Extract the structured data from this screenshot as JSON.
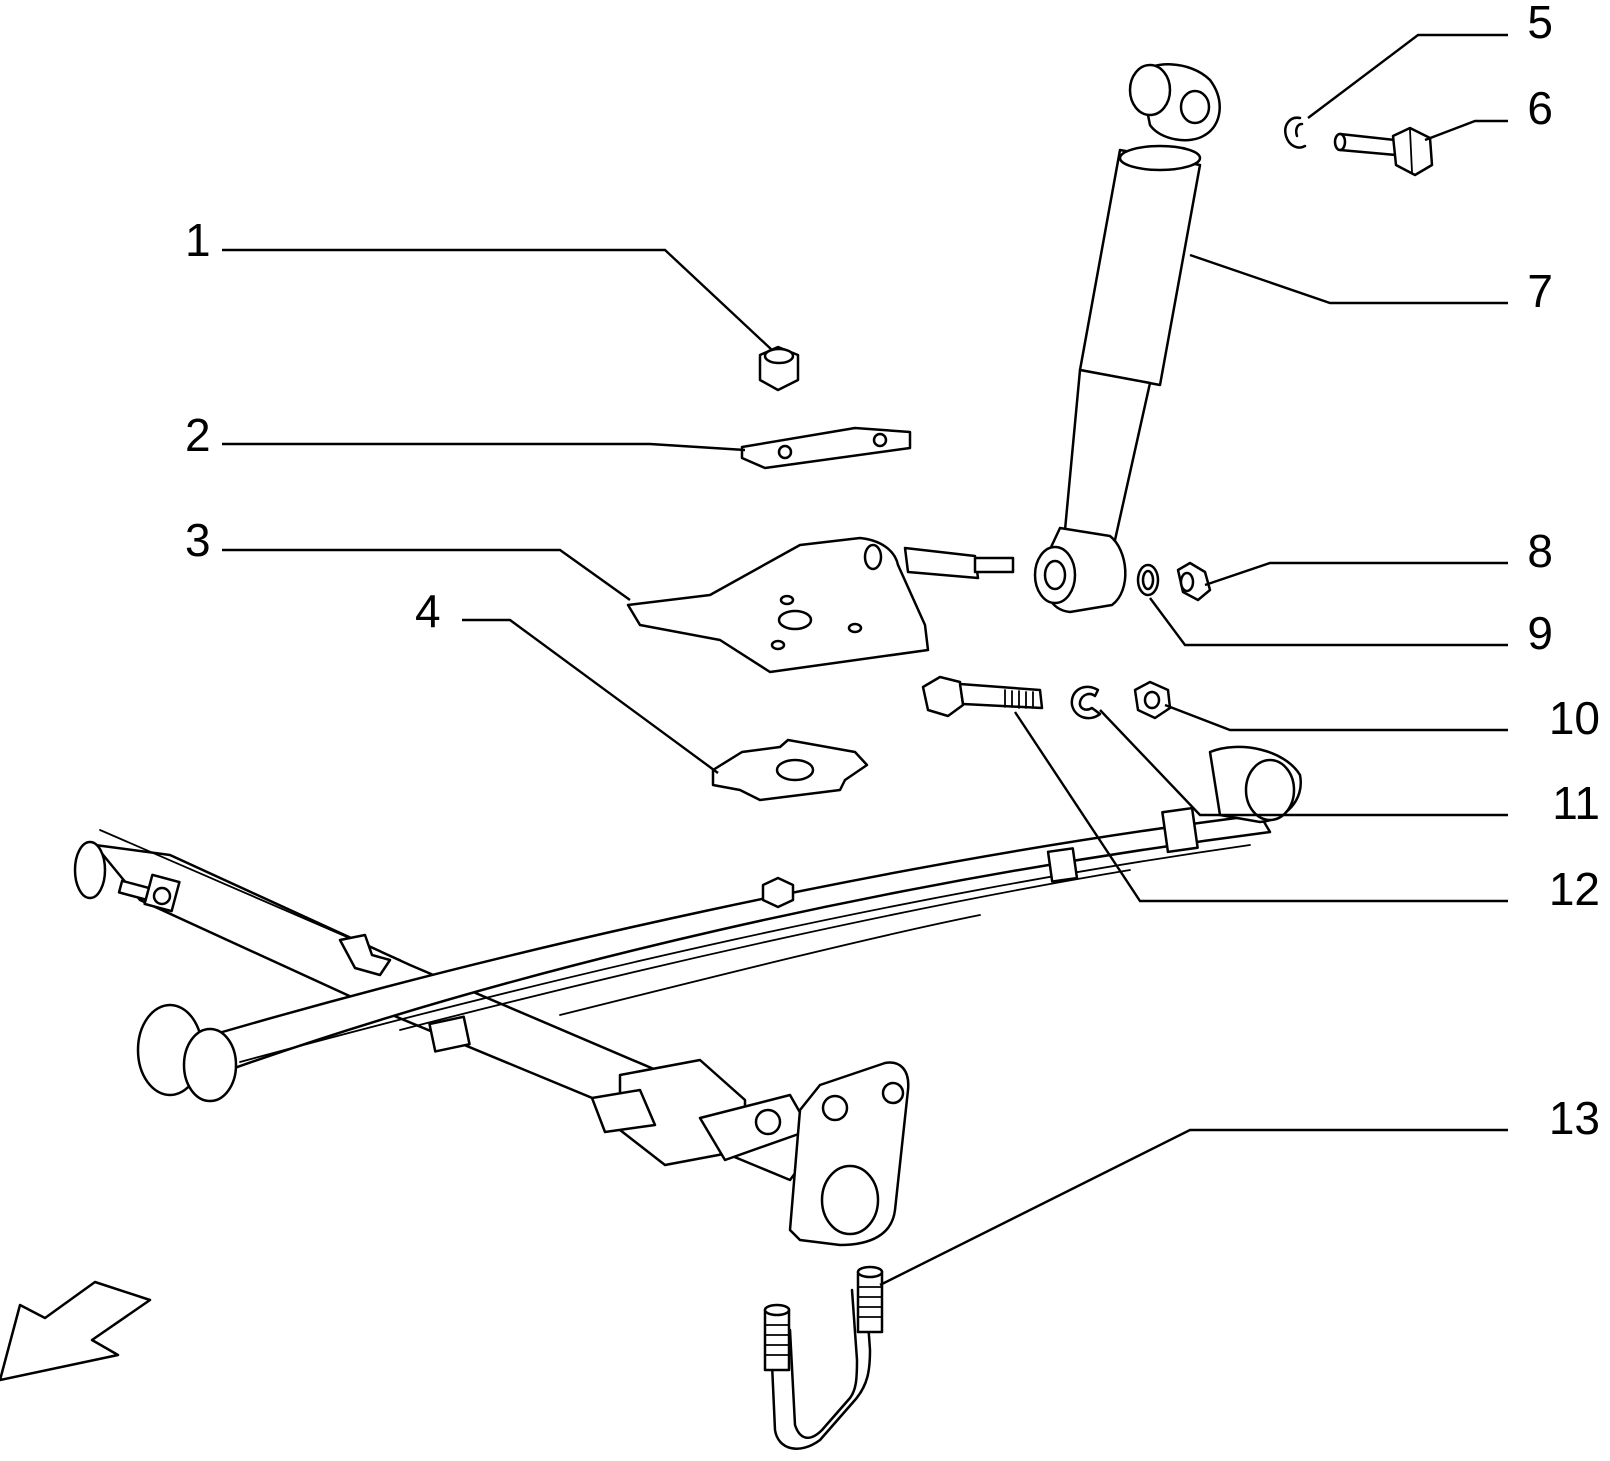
{
  "diagram": {
    "callouts": [
      {
        "label": "1",
        "part": "nut"
      },
      {
        "label": "2",
        "part": "plate"
      },
      {
        "label": "3",
        "part": "shock-absorber-bracket"
      },
      {
        "label": "4",
        "part": "spring-pad"
      },
      {
        "label": "5",
        "part": "spring-washer"
      },
      {
        "label": "6",
        "part": "upper-bolt"
      },
      {
        "label": "7",
        "part": "shock-absorber"
      },
      {
        "label": "8",
        "part": "lower-nut"
      },
      {
        "label": "9",
        "part": "flat-washer"
      },
      {
        "label": "10",
        "part": "eye-nut"
      },
      {
        "label": "11",
        "part": "eye-washer"
      },
      {
        "label": "12",
        "part": "eye-bolt"
      },
      {
        "label": "13",
        "part": "u-bolt"
      }
    ],
    "direction_arrow": "front-direction-arrow-icon"
  }
}
